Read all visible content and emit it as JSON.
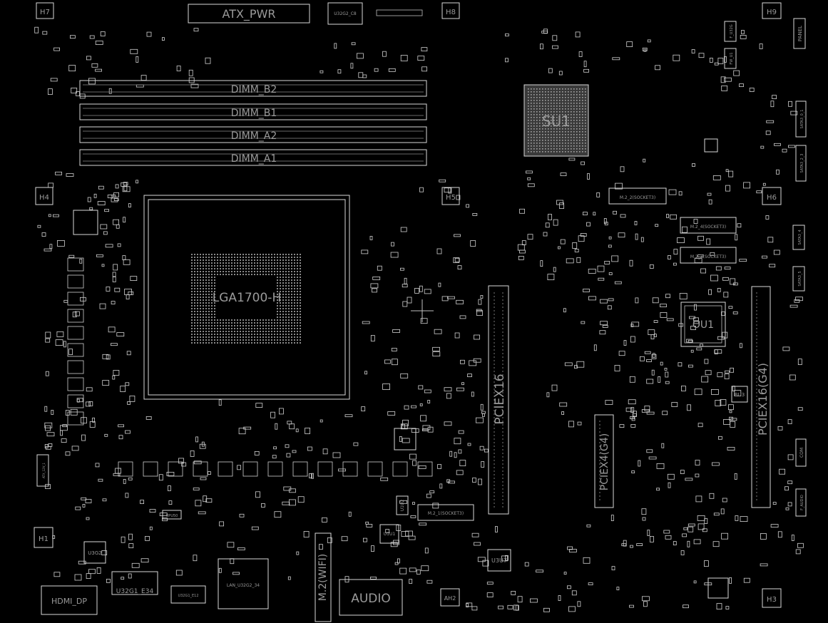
{
  "mounting_holes": [
    "H7",
    "H8",
    "H9",
    "H4",
    "H5",
    "H6",
    "H1",
    "AH2",
    "H3"
  ],
  "connectors": {
    "atx_pwr": "ATX_PWR",
    "usb_top": "U32G2_C8",
    "dimm": [
      "DIMM_B2",
      "DIMM_B1",
      "DIMM_A2",
      "DIMM_A1"
    ],
    "cpu_socket": "LGA1700-H",
    "pcie_main": "PCIEX16",
    "pcie_x4": "PCIEX4(G4)",
    "pcie_g4": "PCIEX16(G4)",
    "hdmi_dp": "HDMI_DP",
    "usb_e34": "U32G1_E34",
    "lan_usb": "LAN_U32G2_34",
    "m2_wifi": "M.2(WIFI)",
    "audio": "AUDIO"
  },
  "chips": {
    "su1": "SU1",
    "ou1": "OU1",
    "bu3": "BU3",
    "u3u7": "U3U7",
    "u1u1": "U1U1",
    "u1u2": "U1U2",
    "u3g2": "U3G2",
    "u1u6": "U1U6",
    "upu50": "UPU50",
    "u32g1_e12": "U32G1_E12"
  },
  "m2_slots": [
    "M.2_2(SOCKET3)",
    "M.2_4(SOCKET3)",
    "M.2_3(SOCKET3)",
    "M.2_1(SOCKET3)"
  ],
  "headers": {
    "panel": "PANEL",
    "f_u32g": "F_U32G",
    "fw_u1": "FW_U1",
    "sata3_01": "SATA3_0_1",
    "sata3_23": "SATA3_2_3",
    "sata3_4": "SATA3_4",
    "sata3_5": "SATA3_5",
    "atx_12v": "ATX_12V_1",
    "com": "COM",
    "f_audio": "F_AUDIO"
  }
}
